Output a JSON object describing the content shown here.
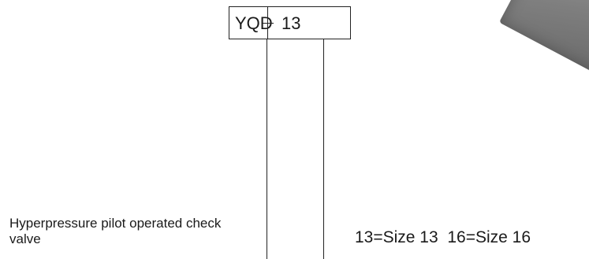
{
  "model_code": {
    "prefix": "YQD",
    "size": "13"
  },
  "description": "Hyperpressure pilot operated check valve",
  "size_options": "13=Size 13  16=Size 16",
  "product_image": {
    "icon": "valve-block-photo",
    "color": "#808080"
  }
}
